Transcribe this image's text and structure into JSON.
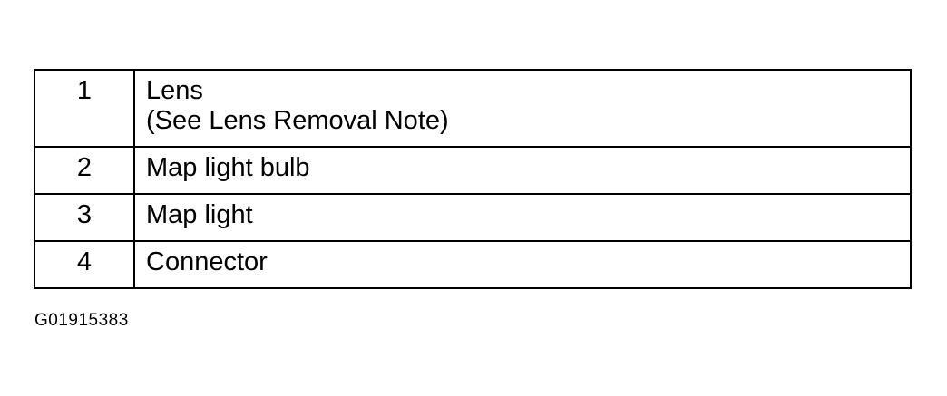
{
  "legend": {
    "rows": [
      {
        "number": "1",
        "lines": [
          "Lens",
          "(See  Lens Removal Note)"
        ]
      },
      {
        "number": "2",
        "lines": [
          "Map light bulb"
        ]
      },
      {
        "number": "3",
        "lines": [
          "Map light"
        ]
      },
      {
        "number": "4",
        "lines": [
          "Connector"
        ]
      }
    ]
  },
  "figure_id": "G01915383"
}
